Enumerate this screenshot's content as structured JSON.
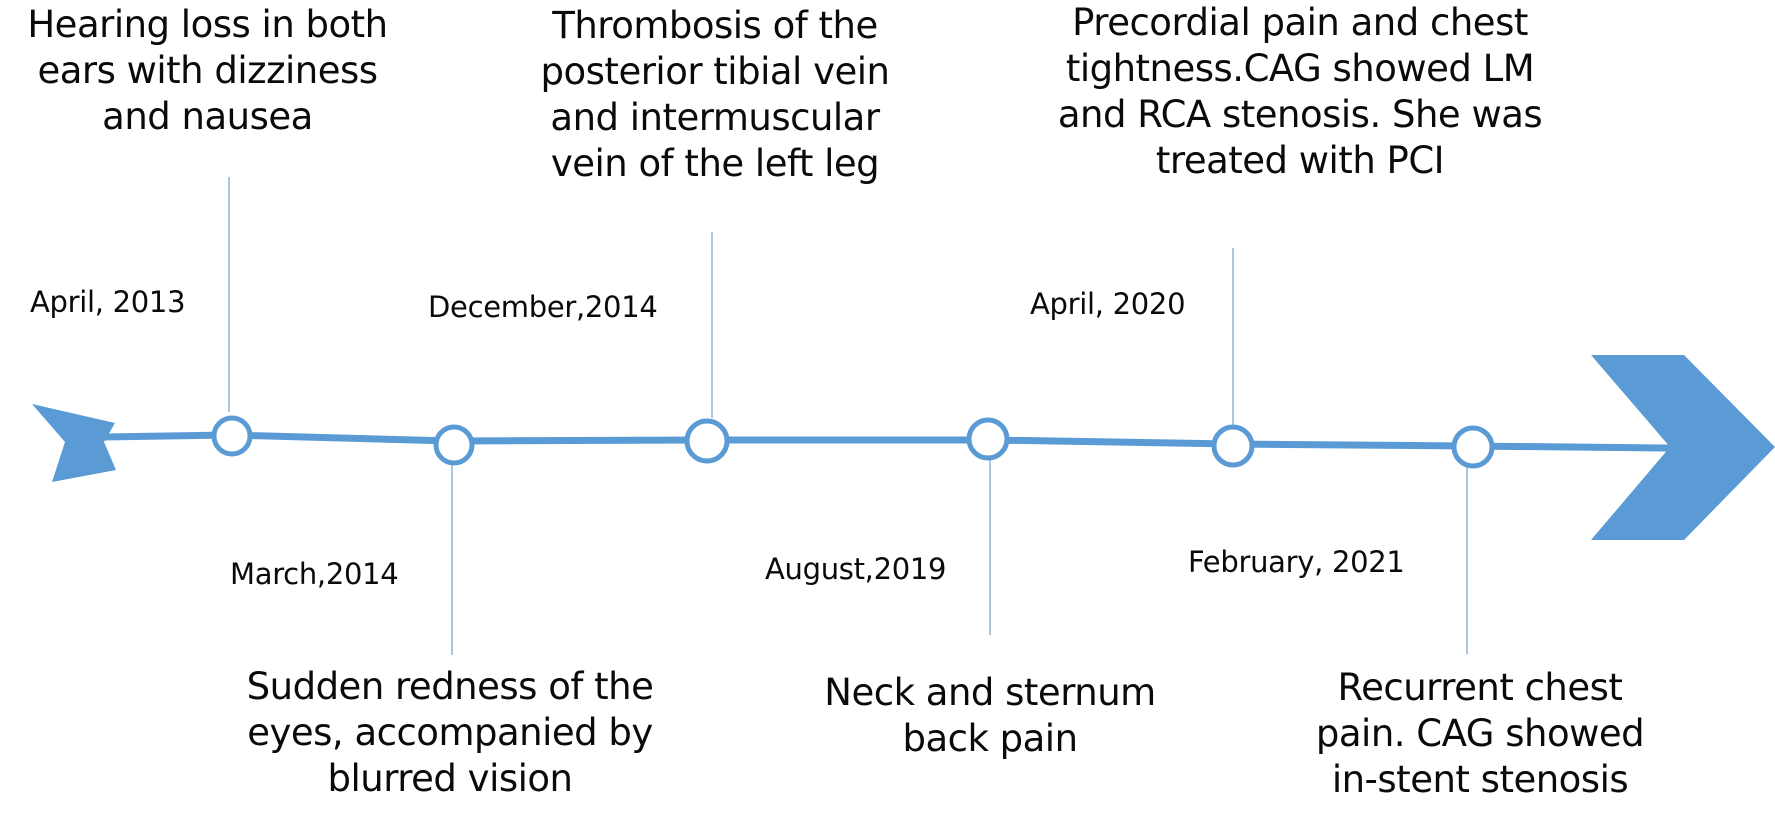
{
  "colors": {
    "timeline": "#5b9bd5",
    "connector": "#8fb3d6",
    "node_fill": "#ffffff",
    "text": "#0a0a0a",
    "background": "#ffffff"
  },
  "timeline": {
    "direction": "left-to-right",
    "start_icon": "arrow-tail-icon",
    "end_icon": "chevron-arrow-head-icon"
  },
  "events": [
    {
      "date": "April, 2013",
      "description": "Hearing loss in both\nears with dizziness\nand nausea",
      "position": "above"
    },
    {
      "date": "March,2014",
      "description": "Sudden redness of the\neyes, accompanied by\nblurred vision",
      "position": "below"
    },
    {
      "date": "December,2014",
      "description": "Thrombosis of the\nposterior tibial vein\nand intermuscular\nvein of the left leg",
      "position": "above"
    },
    {
      "date": "August,2019",
      "description": "Neck and sternum\nback pain",
      "position": "below"
    },
    {
      "date": "April, 2020",
      "description": "Precordial pain and chest\ntightness.CAG showed LM\nand RCA stenosis. She was\ntreated with PCI",
      "position": "above"
    },
    {
      "date": "February, 2021",
      "description": "Recurrent chest\npain. CAG showed\nin-stent stenosis",
      "position": "below"
    }
  ]
}
